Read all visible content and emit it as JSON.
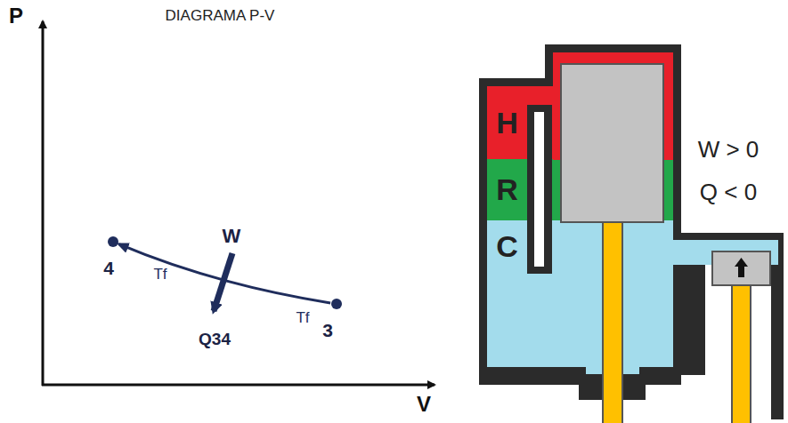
{
  "diagram": {
    "nodes": [
      {
        "text": [
          "4"
        ]
      },
      {
        "text": [
          "3"
        ]
      },
      {
        "text": [
          "H"
        ]
      },
      {
        "text": [
          "R"
        ]
      },
      {
        "text": [
          "C"
        ]
      }
    ],
    "edges": [
      {
        "from": 1,
        "to": 0,
        "arrow": "to"
      }
    ],
    "labels": [
      "DIAGRAMA P-V",
      "P",
      "V",
      "W",
      "Tf",
      "Tf",
      "Q34",
      "W > 0",
      "Q < 0"
    ]
  }
}
